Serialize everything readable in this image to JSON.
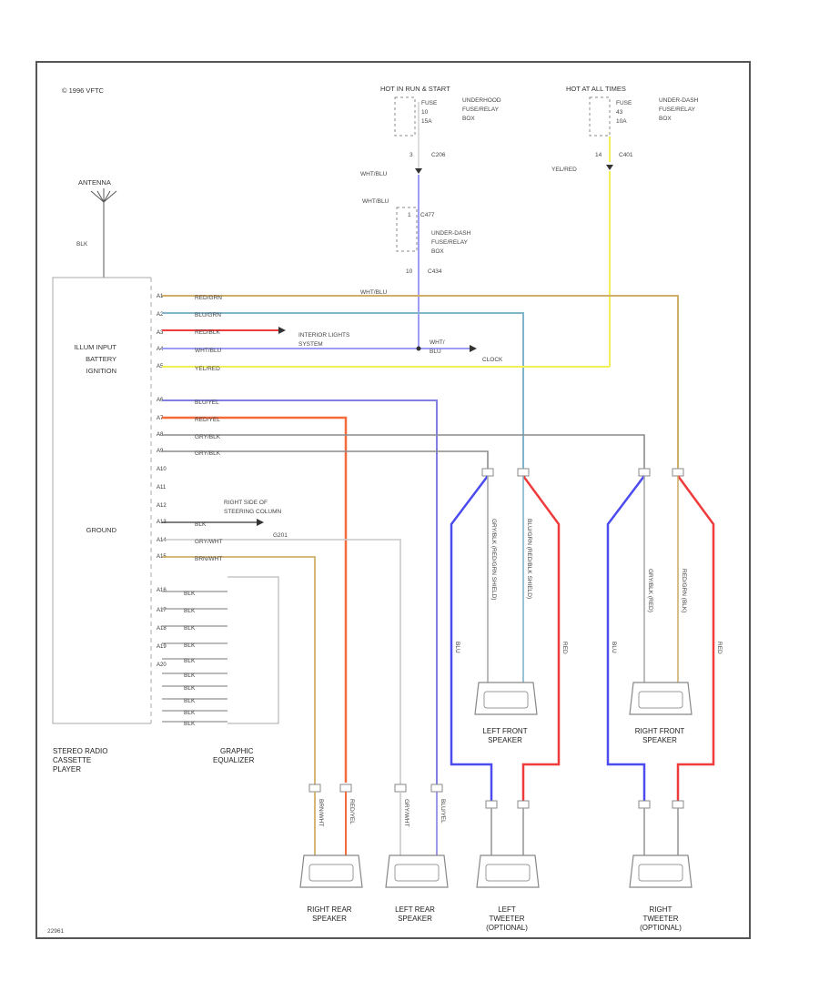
{
  "header": {
    "copyright": "© 1996 VFTC",
    "footer_code": "22961"
  },
  "antenna": {
    "label": "ANTENNA",
    "wire": "BLK"
  },
  "radio": {
    "title_lines": [
      "STEREO RADIO",
      "CASSETTE",
      "PLAYER"
    ],
    "side_labels": [
      "ILLUM INPUT",
      "BATTERY",
      "IGNITION",
      "GROUND"
    ],
    "pins": [
      "A1",
      "A2",
      "A3",
      "A4",
      "A5",
      "A6",
      "A7",
      "A8",
      "A9",
      "A10",
      "A11",
      "A12",
      "A13",
      "A14",
      "A15",
      "A16",
      "A17",
      "A18",
      "A19",
      "A20"
    ]
  },
  "fuses": {
    "left": {
      "title": "HOT IN RUN & START",
      "box": [
        "UNDERHOOD",
        "FUSE/RELAY",
        "BOX"
      ],
      "fuse": "FUSE",
      "amps": "10",
      "amp_unit": "15A",
      "conn_pin": "3",
      "connector": "C206"
    },
    "right": {
      "title": "HOT AT ALL TIMES",
      "box": [
        "UNDER-DASH",
        "FUSE/RELAY",
        "BOX"
      ],
      "fuse": "FUSE",
      "amps": "43",
      "amp_unit": "10A",
      "conn_pin": "14",
      "connector": "C401"
    },
    "mid": {
      "box": [
        "UNDER-DASH",
        "FUSE/RELAY",
        "BOX"
      ],
      "connector_top": "C477",
      "connector_bot": "C434",
      "pin_top": "1",
      "pin_bot": "10"
    }
  },
  "wires": {
    "w1": "RED/GRN",
    "w2": "BLU/GRN",
    "w3": "RED/BLK",
    "w4": "WHT/BLU",
    "w5": "YEL/RED",
    "w6": "BLU/YEL",
    "w7": "RED/YEL",
    "w8": "GRY/BLK",
    "w9": "GRY/BLK",
    "w10": "BLK",
    "w11": "GRY/WHT",
    "w12": "BRN/WHT",
    "whtblu_top": "WHT/BLU",
    "yelred_top": "YEL/RED",
    "whtblu_mid": "WHT/BLU",
    "whtblu_run": "WHT/BLU"
  },
  "destinations": {
    "interior": [
      "INTERIOR LIGHTS",
      "SYSTEM"
    ],
    "clock": "CLOCK",
    "whtblu_to": [
      "WHT/",
      "BLU"
    ],
    "ground": [
      "RIGHT SIDE OF",
      "STEERING COLUMN",
      "G201"
    ]
  },
  "equalizer": {
    "title_lines": [
      "GRAPHIC",
      "EQUALIZER"
    ],
    "wires": [
      "BLK",
      "BLK",
      "BLK",
      "BLK",
      "BLK",
      "BLK",
      "BLK",
      "BLK",
      "BLK",
      "BLK"
    ]
  },
  "speakers": {
    "left_front": [
      "LEFT FRONT",
      "SPEAKER"
    ],
    "right_front": [
      "RIGHT FRONT",
      "SPEAKER"
    ],
    "right_rear": [
      "RIGHT REAR",
      "SPEAKER"
    ],
    "left_rear": [
      "LEFT REAR",
      "SPEAKER"
    ],
    "left_tweeter": [
      "LEFT",
      "TWEETER",
      "(OPTIONAL)"
    ],
    "right_tweeter": [
      "RIGHT",
      "TWEETER",
      "(OPTIONAL)"
    ],
    "vlabels": {
      "lf_a": "GRY/BLK (RED/GRN SHIELD)",
      "lf_b": "BLU/GRN (RED/BLK SHIELD)",
      "rf_a": "GRY/BLK (RED)",
      "rf_b": "RED/GRN (BLK)",
      "rr_a": "BRN/WHT",
      "rr_b": "RED/YEL",
      "lr_a": "GRY/WHT",
      "lr_b": "BLU/YEL",
      "blu": "BLU",
      "red": "RED"
    }
  },
  "colors": {
    "blue": "#4b4bf0",
    "red": "#ef3b3b",
    "orange": "#f46a3a",
    "yellow": "#f2ef57",
    "tan": "#cfae6a",
    "teal": "#7fb4cc",
    "gray": "#8c8c8c",
    "lightgray": "#c9c9c9",
    "lavender": "#9d9df5"
  }
}
